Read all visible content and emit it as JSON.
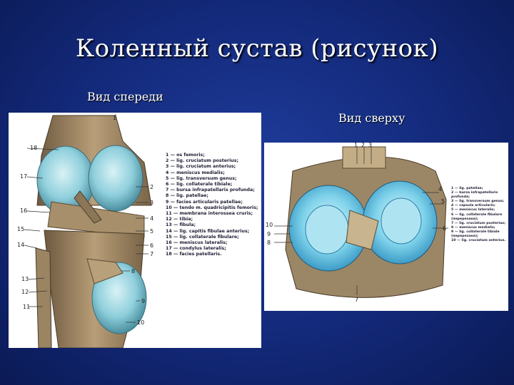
{
  "title": "Коленный сустав (рисунок)",
  "captions": {
    "front_view": "Вид спереди",
    "top_view": "Вид сверху"
  },
  "figure_front": {
    "legend": [
      "1 — os femoris;",
      "2 — lig. cruciatum posterius;",
      "3 — lig. cruciatum anterius;",
      "4 — meniscus medialis;",
      "5 — lig. transversum genus;",
      "6 — lig. collaterale tibiale;",
      "7 — bursa infrapatellaris profunda;",
      "8 — lig. patellae;",
      "9 — facies articularis patellae;",
      "10 — tendo m. quadricipitis femoris;",
      "11 — membrana interossea cruris;",
      "12 — tibia;",
      "13 — fibula;",
      "14 — lig. capitis fibulae anterius;",
      "15 — lig. collaterale fibulare;",
      "16 — meniscus lateralis;",
      "17 — condylus lateralis;",
      "18 — facies patellaris."
    ],
    "left_labels": [
      "18",
      "17",
      "16",
      "15",
      "14",
      "13",
      "12",
      "11"
    ],
    "right_labels": [
      "2",
      "3",
      "4",
      "5",
      "6",
      "7",
      "8",
      "9",
      "10"
    ],
    "top_label": "1"
  },
  "figure_top": {
    "legend": [
      "1 — lig. patellae;",
      "2 — bursa infrapatellaris",
      "profunda;",
      "3 — lig. transversum genus;",
      "4 — capsula articularis;",
      "5 — meniscus lateralis;",
      "6 — lig. collaterale fibulare",
      "(перерезана);",
      "7 — lig. cruciatum posterius;",
      "8 — meniscus medialis;",
      "9 — lig. collaterale tibiale",
      "(перерезана);",
      "10 — lig. cruciatum anterius."
    ],
    "top_labels": [
      "1",
      "2",
      "3"
    ],
    "right_labels": [
      "4",
      "5",
      "6"
    ],
    "left_labels": [
      "10",
      "9",
      "8"
    ],
    "bottom_label": "7"
  }
}
